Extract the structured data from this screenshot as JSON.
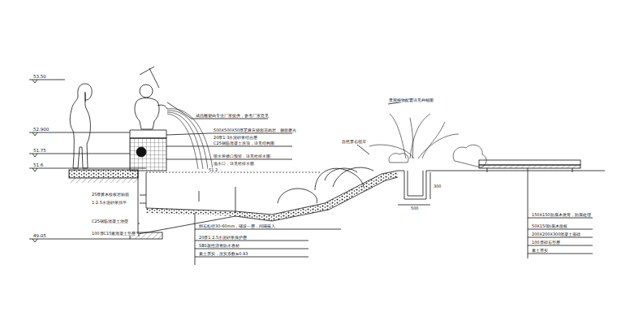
{
  "diagram": {
    "labels": [
      "53.50",
      "52.900",
      "51.75",
      "51.6",
      "49.05",
      "51.2",
      "300",
      "500",
      "成品雕塑由专业厂家提供，参考厂家意见",
      "500X500X50厚芝麻灰烧面花岗岩，侧面磨光",
      "20厚1:3水泥砂浆结合层",
      "C25钢筋混凝土压顶，详见结构图",
      "喷水管接口预留，详见给排水图",
      "溢水口，详见给排水图",
      "25厚黄木纹板岩贴面",
      "1:2.5水泥砂浆找平",
      "C25钢筋混凝土池壁",
      "100厚C15素混凝土垫层",
      "卵石粒径30-60mm，铺设一层，间隔嵌入",
      "20厚1:2.5水泥砂浆保护层",
      "SBS改性沥青防水卷材",
      "素土夯实，压实系数≥0.93",
      "景观植物配置详见种植图",
      "自然景石驳岸",
      "150X150防腐木龙骨，防腐处理",
      "50X150防腐木面板",
      "200X200X300混凝土基础",
      "100厚碎石垫层",
      "素土夯实"
    ]
  }
}
